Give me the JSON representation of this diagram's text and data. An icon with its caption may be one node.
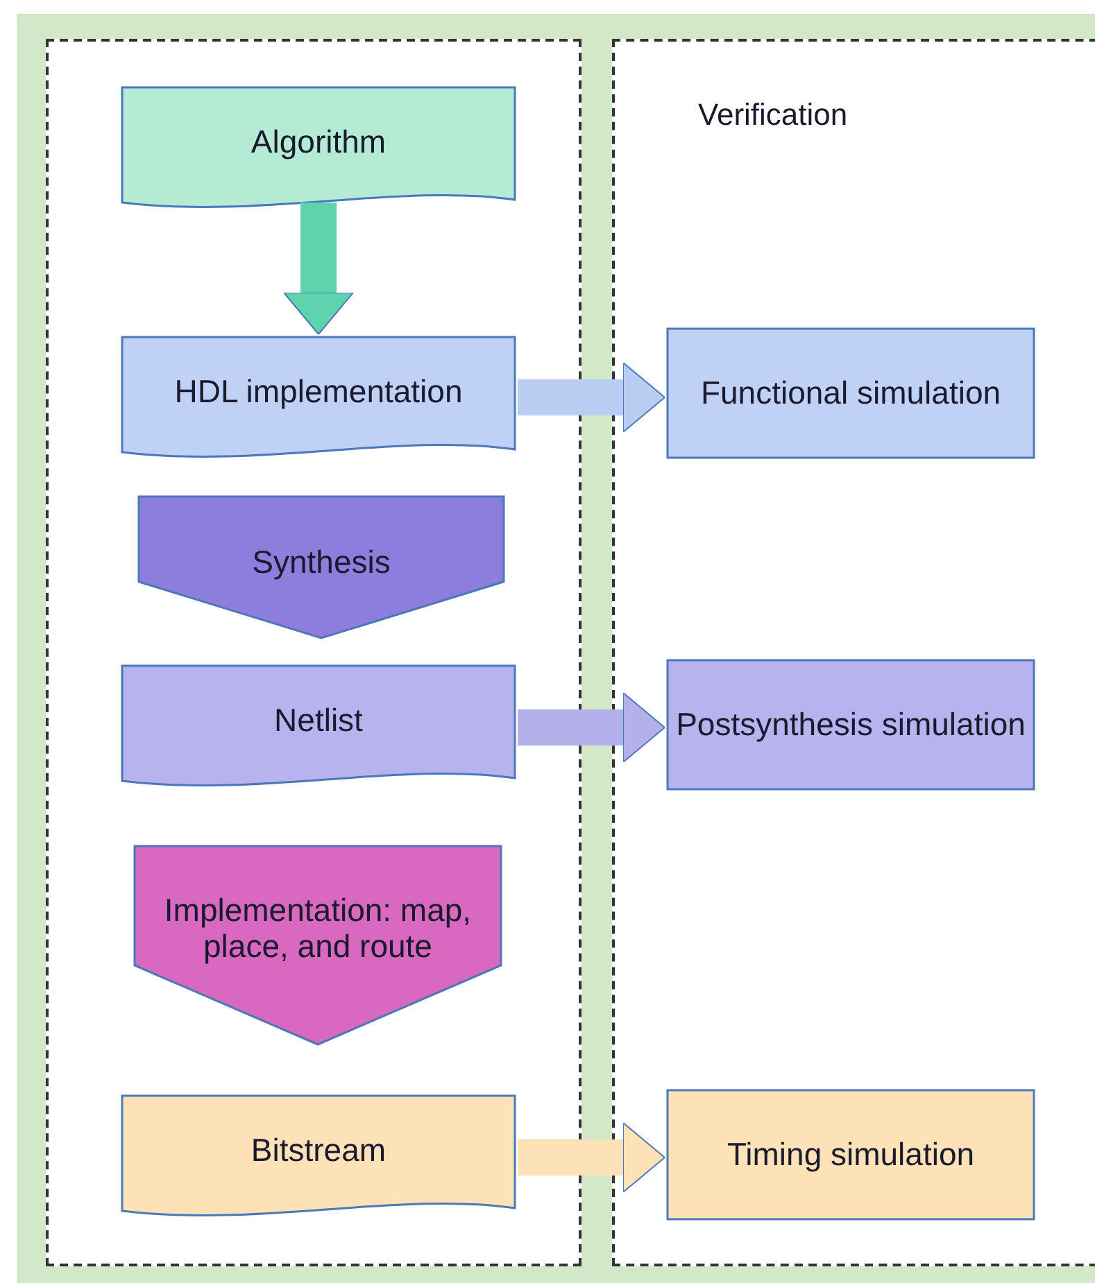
{
  "diagram": {
    "nodes": [
      {
        "text": [],
        "shape": "box"
      },
      {
        "text": [
          "Algorithm"
        ],
        "in": 0
      },
      {
        "text": [
          "HDL implementation"
        ],
        "in": 0
      },
      {
        "text": [
          "Synthesis"
        ],
        "in": 0
      },
      {
        "text": [
          "Netlist"
        ],
        "in": 0
      },
      {
        "text": [
          "Implementation: map, place, and route"
        ],
        "in": 0
      },
      {
        "text": [
          "Bitstream"
        ],
        "in": 0
      },
      {
        "text": [
          "Verification"
        ]
      },
      {
        "text": [
          "Functional simulation"
        ],
        "in": 7
      },
      {
        "text": [
          "Postsynthesis simulation"
        ],
        "in": 7
      },
      {
        "text": [
          "Timing simulation"
        ],
        "in": 7
      }
    ],
    "edges": [
      {
        "from": 1,
        "to": 2,
        "arrow": "to",
        "color": "#5fd3ae"
      },
      {
        "from": 2,
        "to": 8,
        "arrow": "to",
        "color": "#b9cdf3"
      },
      {
        "from": 4,
        "to": 9,
        "arrow": "to",
        "color": "#b4b0ec"
      },
      {
        "from": 6,
        "to": 10,
        "arrow": "to",
        "color": "#fde2b8"
      }
    ]
  }
}
